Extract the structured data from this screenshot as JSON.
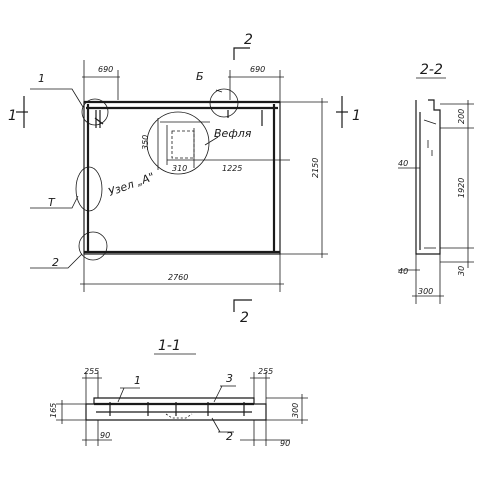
{
  "plan": {
    "dim_top_left": "690",
    "dim_top_right": "690",
    "dim_height": "2150",
    "dim_width": "2760",
    "dim_350": "350",
    "dim_310": "310",
    "dim_1225": "1225",
    "label_b": "Б",
    "label_vefla": "Вефля",
    "label_node_a": "Узел „А\"",
    "callout_1": "1",
    "callout_t": "Т",
    "callout_2": "2",
    "cut_top": "2",
    "cut_bottom": "2",
    "cut_left": "1",
    "cut_right": "1"
  },
  "section_22": {
    "title": "2-2",
    "dim_200": "200",
    "dim_1920": "1920",
    "dim_40_top": "40",
    "dim_40_bottom": "40",
    "dim_30": "30",
    "dim_300": "300"
  },
  "section_11": {
    "title": "1-1",
    "dim_255_left": "255",
    "dim_255_right": "255",
    "dim_165": "165",
    "dim_300": "300",
    "dim_90_left": "90",
    "dim_90_right": "90",
    "callout_1": "1",
    "callout_2": "2",
    "callout_3": "3"
  }
}
